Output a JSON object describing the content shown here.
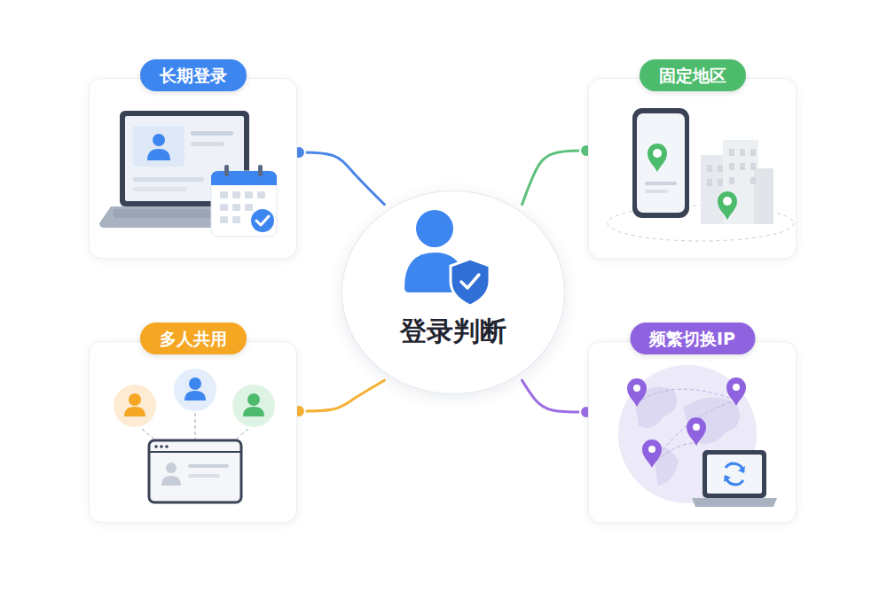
{
  "diagram": {
    "nodes": [
      {
        "text": [
          "长期登录"
        ]
      },
      {
        "text": [
          "固定地区"
        ]
      },
      {
        "text": [
          "登录判断"
        ]
      },
      {
        "text": [
          "多人共用"
        ]
      },
      {
        "text": [
          "频繁切换IP"
        ]
      }
    ],
    "edges": [
      {
        "from": 2,
        "to": 0,
        "arrow": "none"
      },
      {
        "from": 2,
        "to": 1,
        "arrow": "none"
      },
      {
        "from": 2,
        "to": 3,
        "arrow": "none"
      },
      {
        "from": 2,
        "to": 4,
        "arrow": "none"
      }
    ]
  }
}
